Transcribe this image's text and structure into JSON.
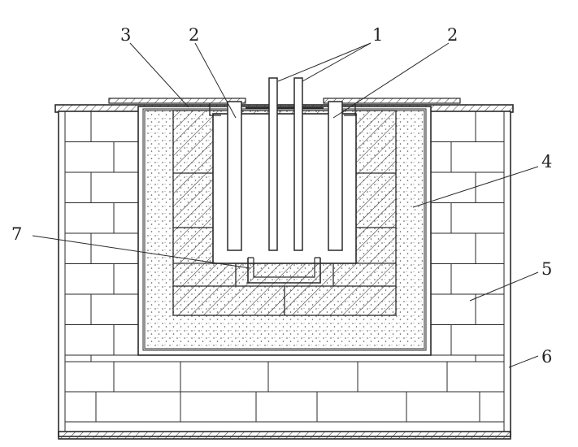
{
  "diagram": {
    "labels": [
      {
        "id": "label-1",
        "text": "1"
      },
      {
        "id": "label-2a",
        "text": "2"
      },
      {
        "id": "label-2b",
        "text": "2"
      },
      {
        "id": "label-3",
        "text": "3"
      },
      {
        "id": "label-4",
        "text": "4"
      },
      {
        "id": "label-5",
        "text": "5"
      },
      {
        "id": "label-6",
        "text": "6"
      },
      {
        "id": "label-7",
        "text": "7"
      }
    ]
  }
}
